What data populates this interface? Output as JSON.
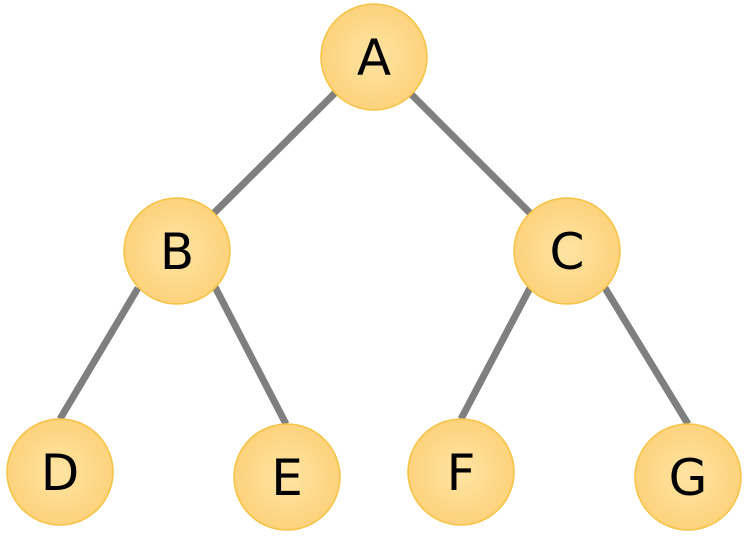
{
  "colors": {
    "node_fill_center": "#fee4a3",
    "node_fill_edge": "#fdd27c",
    "node_stroke": "#f6c344",
    "edge": "#7f7f7f",
    "label": "#000000"
  },
  "tree": {
    "nodes": [
      {
        "id": "A",
        "label": "A"
      },
      {
        "id": "B",
        "label": "B"
      },
      {
        "id": "C",
        "label": "C"
      },
      {
        "id": "D",
        "label": "D"
      },
      {
        "id": "E",
        "label": "E"
      },
      {
        "id": "F",
        "label": "F"
      },
      {
        "id": "G",
        "label": "G"
      }
    ],
    "edges": [
      {
        "from": "A",
        "to": "B"
      },
      {
        "from": "A",
        "to": "C"
      },
      {
        "from": "B",
        "to": "D"
      },
      {
        "from": "B",
        "to": "E"
      },
      {
        "from": "C",
        "to": "F"
      },
      {
        "from": "C",
        "to": "G"
      }
    ]
  }
}
